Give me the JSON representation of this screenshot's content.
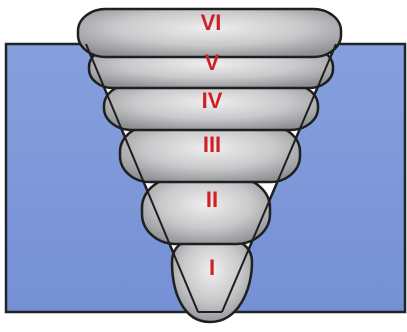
{
  "colors": {
    "base_metal": "#7b96d8",
    "base_metal_edge": "#202428",
    "weld_fill": "#c7c8ca",
    "weld_edge": "#1f1f1f",
    "label": "#d02024"
  },
  "layers": [
    {
      "label": "VI"
    },
    {
      "label": "V"
    },
    {
      "label": "IV"
    },
    {
      "label": "III"
    },
    {
      "label": "II"
    },
    {
      "label": "I"
    }
  ]
}
